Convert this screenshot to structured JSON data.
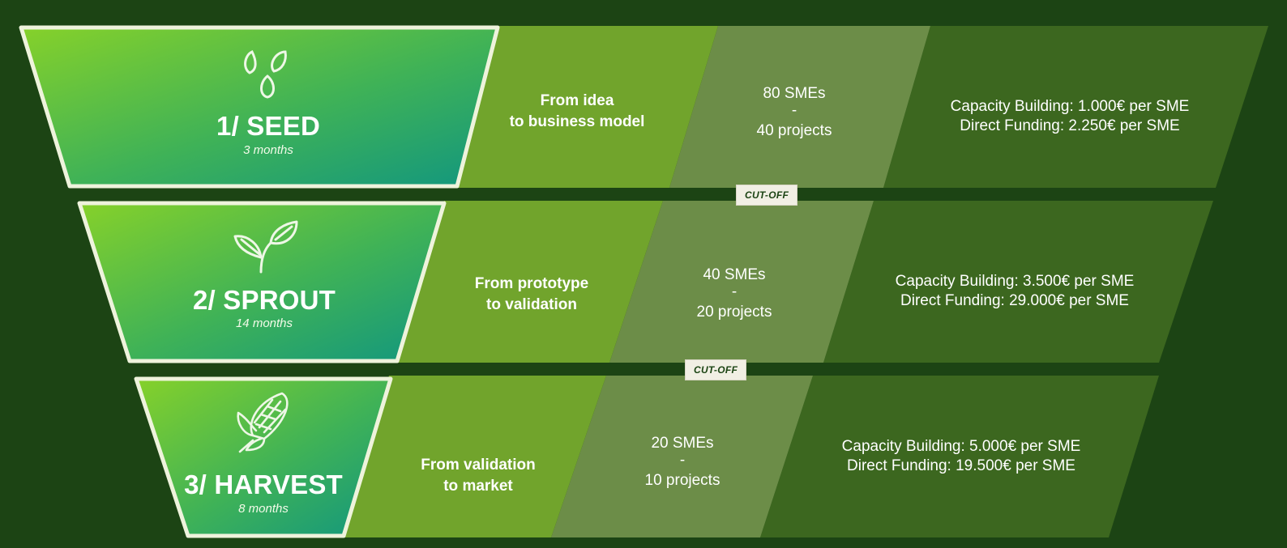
{
  "colors": {
    "background": "#1c4414",
    "funnel_gradient_start": "#7fcf2a",
    "funnel_gradient_end": "#12987e",
    "funnel_border": "#eef3dc",
    "description_band": "#71a42c",
    "counts_band": "#6c8d48",
    "funding_band": "#3c671f",
    "cutoff_label_bg": "#f1efe4"
  },
  "stages": [
    {
      "icon": "seeds-icon",
      "title": "1/ SEED",
      "duration": "3 months",
      "description": [
        "From idea",
        "to business model"
      ],
      "counts": [
        "80 SMEs",
        "-",
        "40 projects"
      ],
      "funding": [
        "Capacity Building: 1.000€ per SME",
        "Direct Funding: 2.250€ per SME"
      ]
    },
    {
      "icon": "sprout-icon",
      "title": "2/ SPROUT",
      "duration": "14 months",
      "description": [
        "From prototype",
        "to validation"
      ],
      "counts": [
        "40 SMEs",
        "-",
        "20 projects"
      ],
      "funding": [
        "Capacity Building: 3.500€ per SME",
        "Direct Funding: 29.000€ per SME"
      ]
    },
    {
      "icon": "corn-icon",
      "title": "3/ HARVEST",
      "duration": "8 months",
      "description": [
        "From validation",
        "to market"
      ],
      "counts": [
        "20 SMEs",
        "-",
        "10 projects"
      ],
      "funding": [
        "Capacity Building: 5.000€ per SME",
        "Direct Funding: 19.500€ per SME"
      ]
    }
  ],
  "cutoffs": [
    "CUT-OFF",
    "CUT-OFF"
  ]
}
